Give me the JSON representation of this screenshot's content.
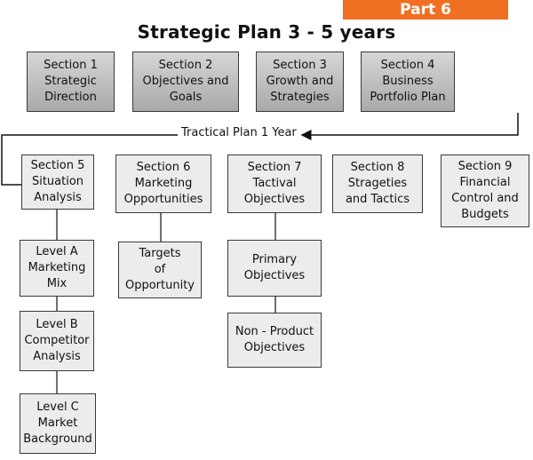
{
  "badge": "Part 6",
  "title": "Strategic Plan 3 - 5 years",
  "tactical_label": "Tractical Plan 1 Year",
  "top_sections": [
    "Section 1\nStrategic\nDirection",
    "Section 2\nObjectives and\nGoals",
    "Section 3\nGrowth and\nStrategies",
    "Section 4\nBusiness\nPortfolio Plan"
  ],
  "sections": [
    "Section 5\nSituation\nAnalysis",
    "Section 6\nMarketing\nOpportunities",
    "Section 7\nTactival\nObjectives",
    "Section 8\nStrageties\nand Tactics",
    "Section 9\nFinancial\nControl and\nBudgets"
  ],
  "levels": [
    "Level A\nMarketing\nMix",
    "Level B\nCompetitor\nAnalysis",
    "Level C\nMarket\nBackground"
  ],
  "targets": "Targets\nof\nOpportunity",
  "objectives": [
    "Primary\nObjectives",
    "Non - Product\nObjectives"
  ]
}
